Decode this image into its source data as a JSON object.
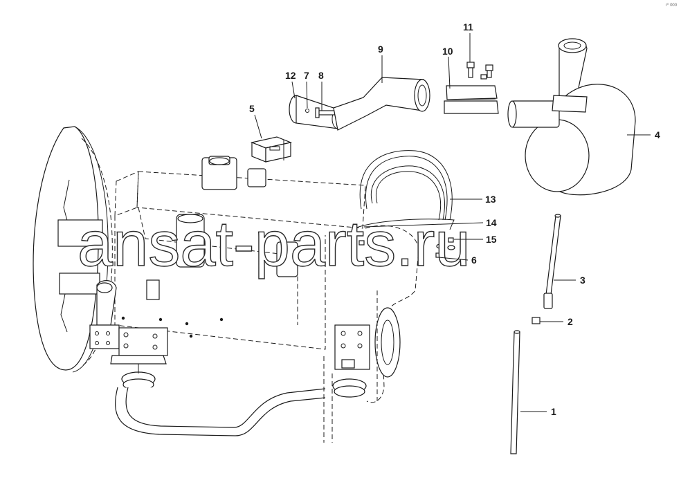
{
  "watermark": "ansat-parts.ru",
  "corner_mark": "r⁰ 000",
  "callouts": [
    {
      "id": "c1",
      "label": "1"
    },
    {
      "id": "c2",
      "label": "2"
    },
    {
      "id": "c3",
      "label": "3"
    },
    {
      "id": "c4",
      "label": "4"
    },
    {
      "id": "c5",
      "label": "5"
    },
    {
      "id": "c6",
      "label": "6"
    },
    {
      "id": "c7",
      "label": "7"
    },
    {
      "id": "c8",
      "label": "8"
    },
    {
      "id": "c9",
      "label": "9"
    },
    {
      "id": "c10",
      "label": "10"
    },
    {
      "id": "c11",
      "label": "11"
    },
    {
      "id": "c12",
      "label": "12"
    },
    {
      "id": "c13",
      "label": "13"
    },
    {
      "id": "c14",
      "label": "14"
    },
    {
      "id": "c15",
      "label": "15"
    }
  ]
}
